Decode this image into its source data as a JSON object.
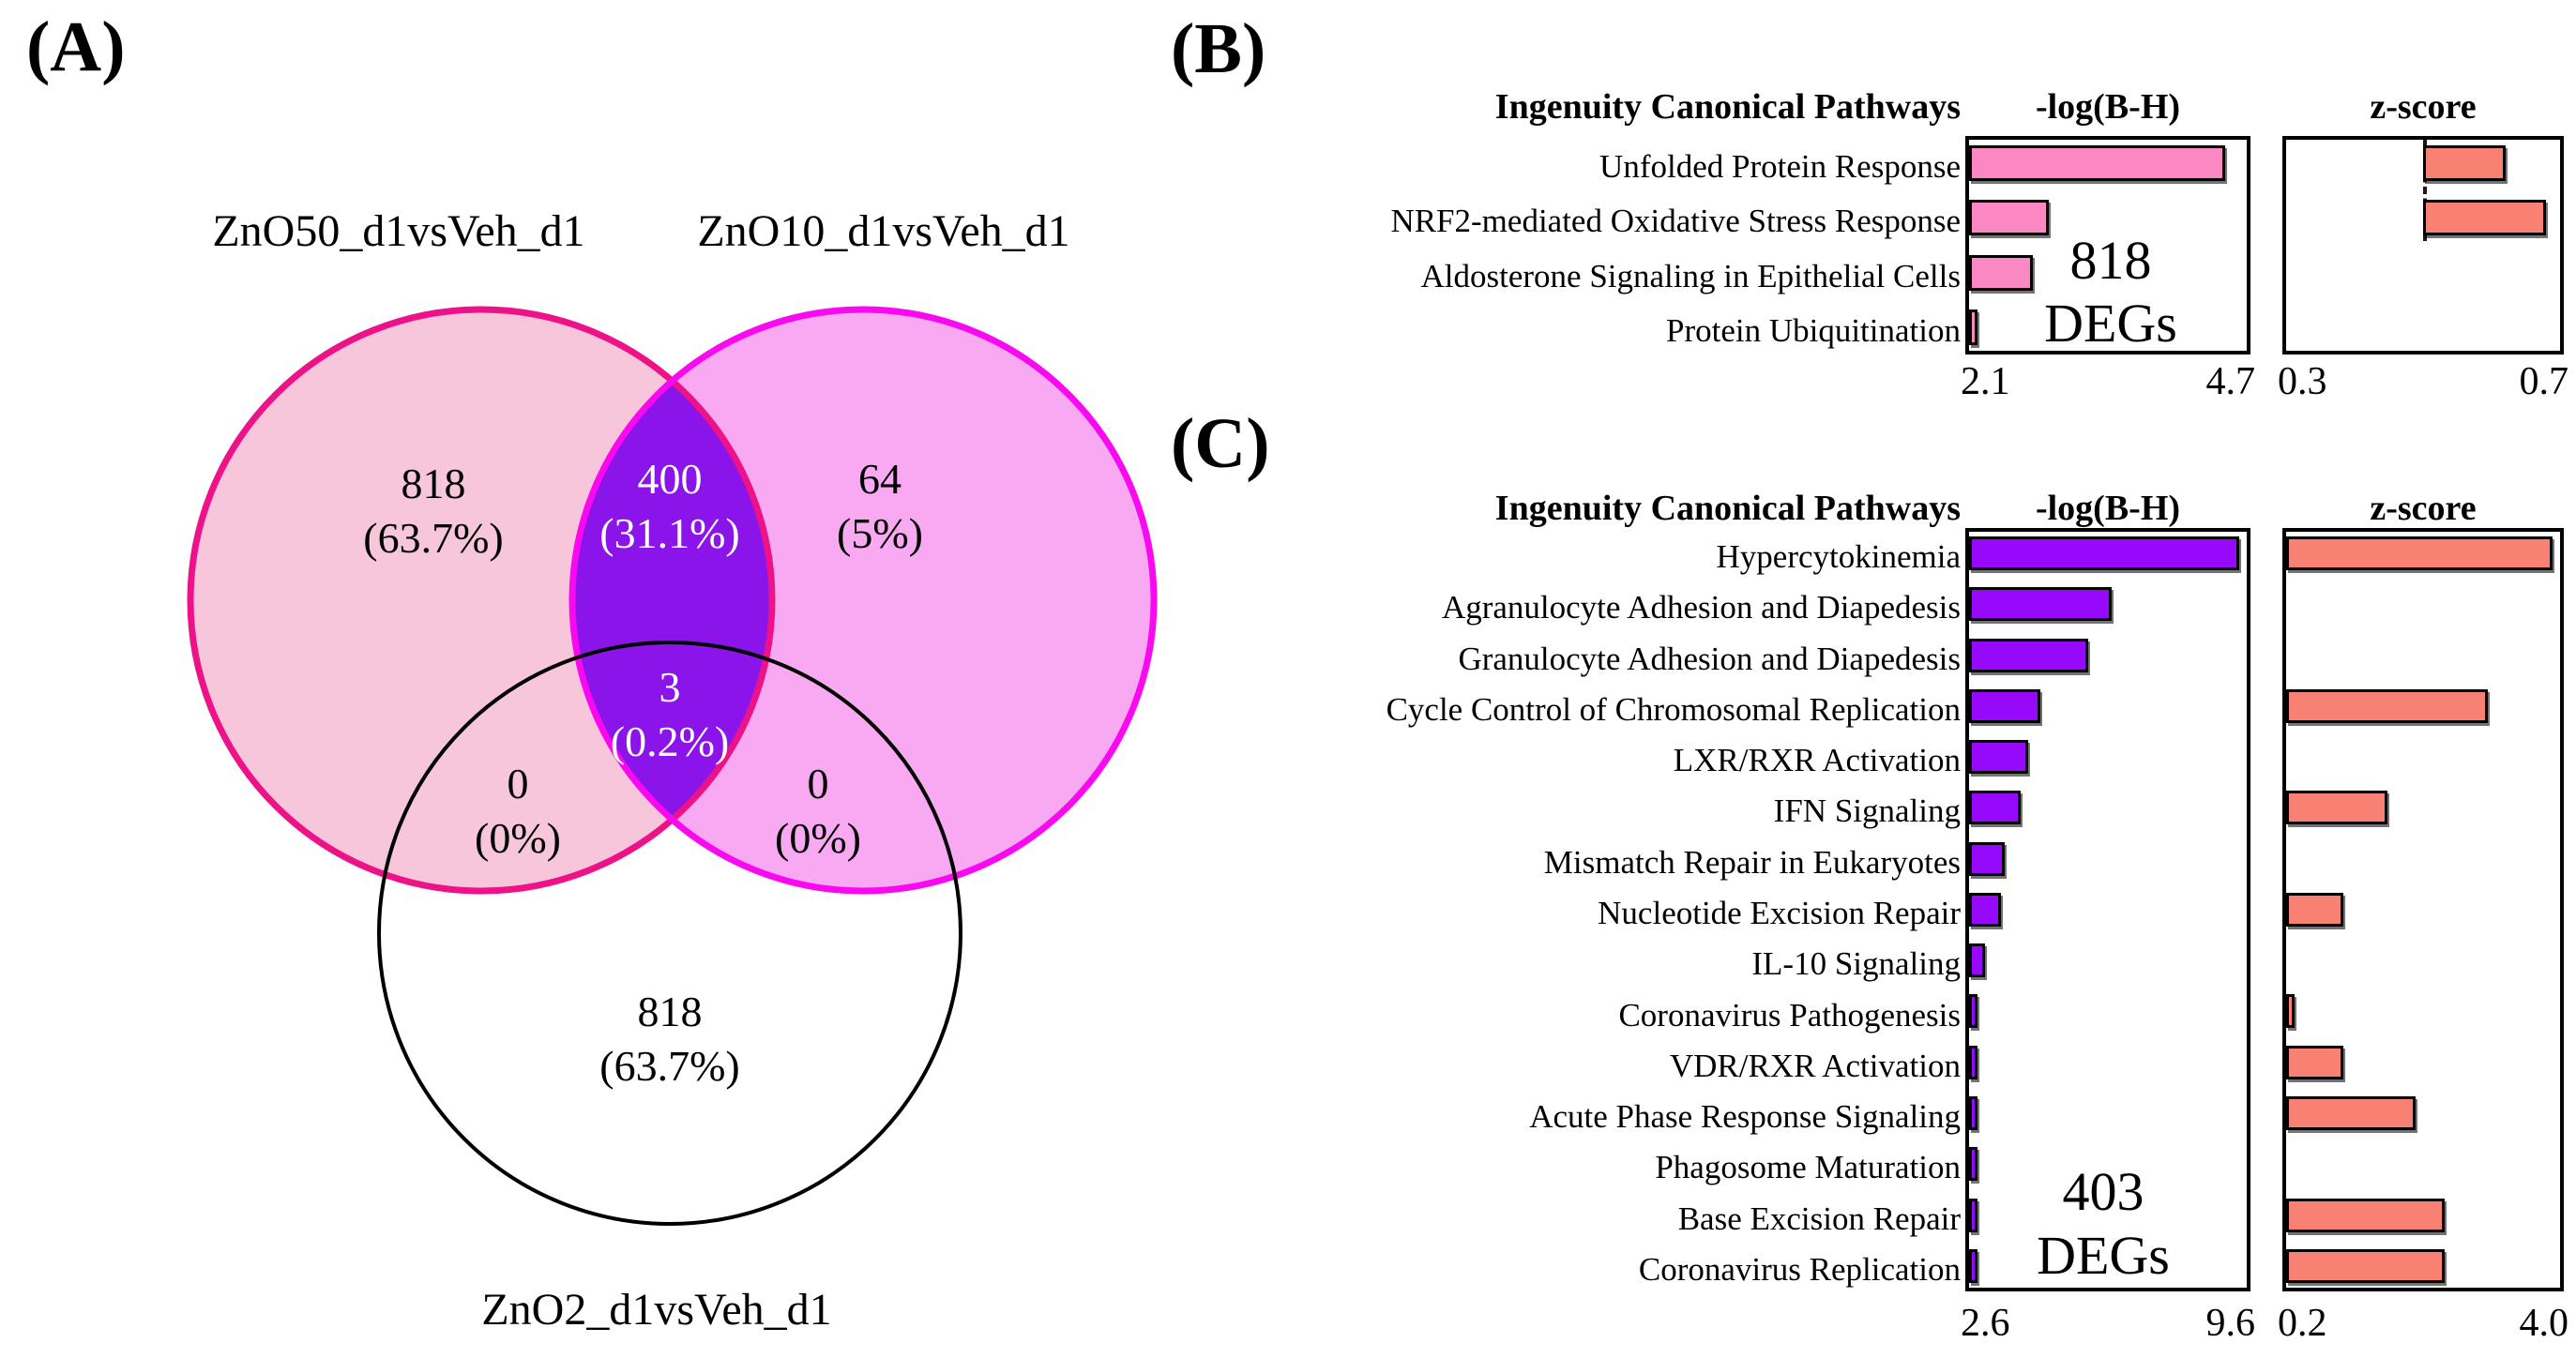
{
  "figure": {
    "panel_a_label": "(A)",
    "panel_b_label": "(B)",
    "panel_c_label": "(C)"
  },
  "headers": {
    "pathways": "Ingenuity Canonical Pathways",
    "log": "-log(B-H)",
    "z": "z-score"
  },
  "colors": {
    "venn_left_fill": "#f8c6db",
    "venn_left_stroke": "#ee1289",
    "venn_right_fill": "#f9a9f1",
    "venn_right_stroke": "#f909f0",
    "venn_overlap_fill": "#8a14e9",
    "venn_bottom_stroke": "#000000",
    "pink_bar": "#fb87c3",
    "purple_bar": "#9609fb",
    "salmon_bar": "#f98174"
  },
  "chart_data": [
    {
      "type": "venn",
      "panel": "(A)",
      "sets": [
        "ZnO50_d1vsVeh_d1",
        "ZnO10_d1vsVeh_d1",
        "ZnO2_d1vsVeh_d1"
      ],
      "regions": [
        {
          "label": "ZnO50 only",
          "count": 818,
          "pct": "(63.7%)"
        },
        {
          "label": "ZnO50 and ZnO10",
          "count": 400,
          "pct": "(31.1%)"
        },
        {
          "label": "ZnO10 only",
          "count": 64,
          "pct": "(5%)"
        },
        {
          "label": "ZnO50 and ZnO10 and ZnO2",
          "count": 3,
          "pct": "(0.2%)"
        },
        {
          "label": "ZnO50 and ZnO2",
          "count": 0,
          "pct": "(0%)"
        },
        {
          "label": "ZnO10 and ZnO2",
          "count": 0,
          "pct": "(0%)"
        },
        {
          "label": "ZnO2 circle",
          "count": 818,
          "pct": "(63.7%)"
        }
      ]
    },
    {
      "type": "bar",
      "panel": "(B)",
      "title": "Ingenuity Canonical Pathways",
      "categories": [
        "Unfolded Protein Response",
        "NRF2-mediated Oxidative Stress Response",
        "Aldosterone Signaling in Epithelial Cells",
        "Protein Ubiquitination"
      ],
      "series": [
        {
          "name": "-log(B-H)",
          "axis_min": 2.1,
          "axis_max": 4.7,
          "tick_labels": [
            "2.1",
            "4.7"
          ],
          "baseline": null,
          "color_key": "pink_bar",
          "values": [
            4.5,
            2.85,
            2.7,
            2.15
          ]
        },
        {
          "name": "z-score",
          "axis_min": 0.3,
          "axis_max": 0.7,
          "tick_labels": [
            "0.3",
            "0.7"
          ],
          "baseline": 0.5,
          "color_key": "salmon_bar",
          "values": [
            0.62,
            0.68,
            null,
            null
          ]
        }
      ],
      "annotation": {
        "count": "818",
        "unit": "DEGs"
      },
      "legend": "none",
      "grid": false
    },
    {
      "type": "bar",
      "panel": "(C)",
      "title": "Ingenuity Canonical Pathways",
      "categories": [
        "Hypercytokinemia",
        "Agranulocyte Adhesion and Diapedesis",
        "Granulocyte Adhesion and Diapedesis",
        "Cycle Control of Chromosomal Replication",
        "LXR/RXR Activation",
        "IFN Signaling",
        "Mismatch Repair in Eukaryotes",
        "Nucleotide Excision Repair",
        "IL-10 Signaling",
        "Coronavirus Pathogenesis",
        "VDR/RXR Activation",
        "Acute Phase Response Signaling",
        "Phagosome Maturation",
        "Base Excision Repair",
        "Coronavirus Replication"
      ],
      "series": [
        {
          "name": "-log(B-H)",
          "axis_min": 2.6,
          "axis_max": 9.6,
          "tick_labels": [
            "2.6",
            "9.6"
          ],
          "baseline": null,
          "color_key": "purple_bar",
          "values": [
            9.4,
            6.2,
            5.6,
            4.4,
            4.1,
            3.9,
            3.5,
            3.4,
            3.0,
            2.8,
            2.8,
            2.7,
            2.7,
            2.7,
            2.7
          ]
        },
        {
          "name": "z-score",
          "axis_min": 0.2,
          "axis_max": 4.0,
          "tick_labels": [
            "0.2",
            "4.0"
          ],
          "baseline": null,
          "color_key": "salmon_bar",
          "values": [
            3.9,
            null,
            null,
            3.0,
            null,
            1.6,
            null,
            1.0,
            null,
            0.25,
            1.0,
            2.0,
            null,
            2.4,
            2.4
          ]
        }
      ],
      "annotation": {
        "count": "403",
        "unit": "DEGs"
      },
      "legend": "none",
      "grid": false
    }
  ]
}
